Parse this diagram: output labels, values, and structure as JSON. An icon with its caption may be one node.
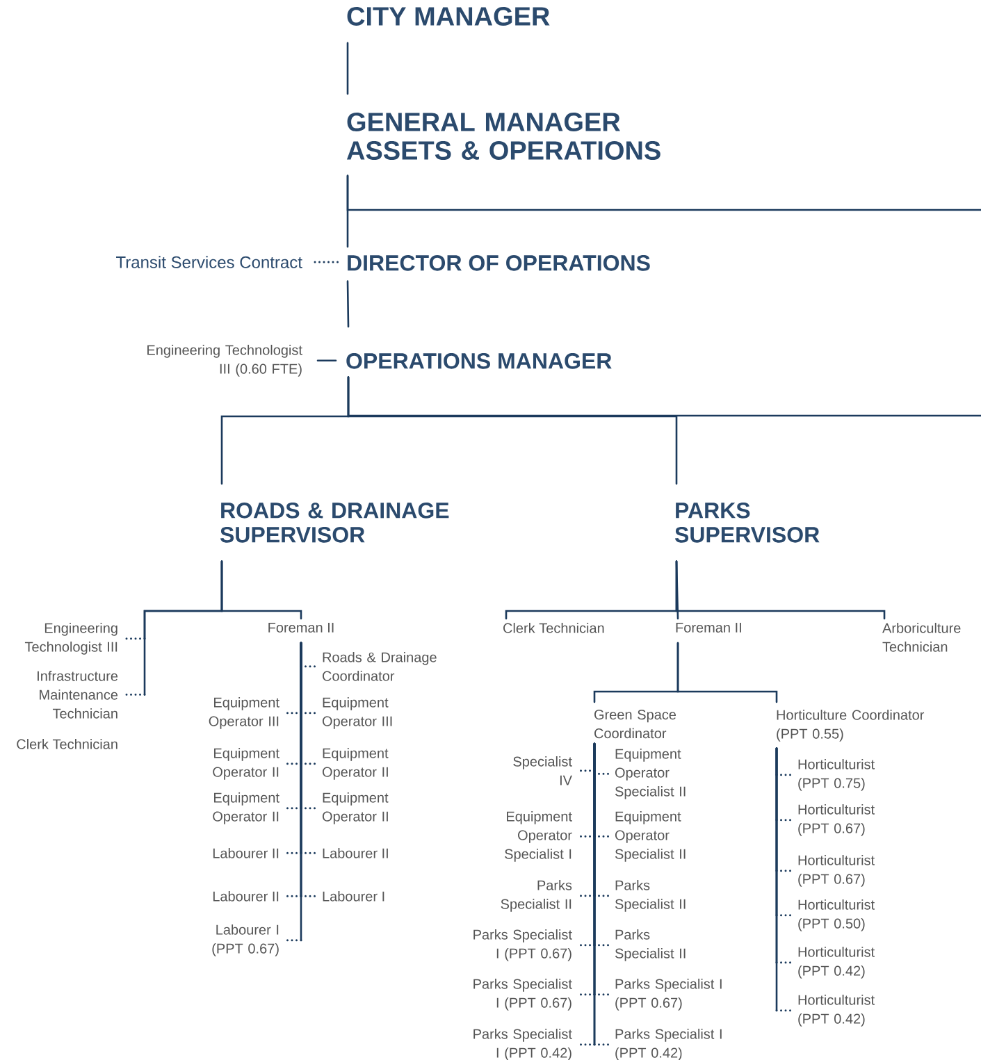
{
  "diagram": {
    "nodes": [
      {
        "text": [
          "CITY MANAGER"
        ]
      },
      {
        "text": [
          "GENERAL MANAGER ASSETS & OPERATIONS"
        ]
      },
      {
        "text": [
          "Transit Services Contract"
        ]
      },
      {
        "text": [
          "DIRECTOR OF OPERATIONS"
        ]
      },
      {
        "text": [
          "Engineering Technologist III (0.60 FTE)"
        ]
      },
      {
        "text": [
          "OPERATIONS MANAGER"
        ]
      },
      {
        "text": [
          "ROADS & DRAINAGE SUPERVISOR"
        ]
      },
      {
        "text": [
          "PARKS SUPERVISOR"
        ]
      },
      {
        "text": [
          "Engineering Technologist III"
        ]
      },
      {
        "text": [
          "Infrastructure Maintenance Technician"
        ]
      },
      {
        "text": [
          "Foreman II"
        ]
      },
      {
        "text": [
          "Roads & Drainage Coordinator"
        ]
      },
      {
        "text": [
          "Equipment Operator III"
        ]
      },
      {
        "text": [
          "Equipment Operator III"
        ]
      },
      {
        "text": [
          "Equipment Operator II"
        ]
      },
      {
        "text": [
          "Equipment Operator II"
        ]
      },
      {
        "text": [
          "Equipment Operator II"
        ]
      },
      {
        "text": [
          "Equipment Operator II"
        ]
      },
      {
        "text": [
          "Labourer II"
        ]
      },
      {
        "text": [
          "Labourer II"
        ]
      },
      {
        "text": [
          "Labourer II"
        ]
      },
      {
        "text": [
          "Labourer I"
        ]
      },
      {
        "text": [
          "Labourer I (PPT 0.67)"
        ]
      },
      {
        "text": [
          "Clerk Technician"
        ]
      },
      {
        "text": [
          "Foreman II"
        ]
      },
      {
        "text": [
          "Arboriculture Technician"
        ]
      },
      {
        "text": [
          "Green Space Coordinator"
        ]
      },
      {
        "text": [
          "Horticulture Coordinator (PPT 0.55)"
        ]
      },
      {
        "text": [
          "Specialist IV"
        ]
      },
      {
        "text": [
          "Equipment Operator Specialist II"
        ]
      },
      {
        "text": [
          "Equipment Operator Specialist I"
        ]
      },
      {
        "text": [
          "Equipment Operator Specialist II"
        ]
      },
      {
        "text": [
          "Parks Specialist II"
        ]
      },
      {
        "text": [
          "Parks Specialist II"
        ]
      },
      {
        "text": [
          "Parks Specialist I (PPT 0.67)"
        ]
      },
      {
        "text": [
          "Parks Specialist II"
        ]
      },
      {
        "text": [
          "Parks Specialist I (PPT 0.67)"
        ]
      },
      {
        "text": [
          "Parks Specialist I (PPT 0.67)"
        ]
      },
      {
        "text": [
          "Parks Specialist I (PPT 0.42)"
        ]
      },
      {
        "text": [
          "Parks Specialist I (PPT 0.42)"
        ]
      },
      {
        "text": [
          "Horticulturist (PPT 0.75)"
        ]
      },
      {
        "text": [
          "Horticulturist (PPT 0.67)"
        ]
      },
      {
        "text": [
          "Horticulturist (PPT 0.67)"
        ]
      },
      {
        "text": [
          "Horticulturist (PPT 0.50)"
        ]
      },
      {
        "text": [
          "Horticulturist (PPT 0.42)"
        ]
      },
      {
        "text": [
          "Horticulturist (PPT 0.42)"
        ]
      }
    ],
    "edges": [
      {
        "from": 0,
        "to": 1,
        "arrow": "none"
      },
      {
        "from": 1,
        "to": 3,
        "arrow": "none"
      },
      {
        "from": 1,
        "to": null,
        "arrow": "none"
      },
      {
        "from": 2,
        "to": 3,
        "arrow": "none",
        "style": "dashed"
      },
      {
        "from": 3,
        "to": 5,
        "arrow": "none"
      },
      {
        "from": 4,
        "to": 5,
        "arrow": "none"
      },
      {
        "from": 5,
        "to": 6,
        "arrow": "none"
      },
      {
        "from": 5,
        "to": 7,
        "arrow": "none"
      },
      {
        "from": 5,
        "to": null,
        "arrow": "none"
      },
      {
        "from": 6,
        "to": 8,
        "arrow": "none"
      },
      {
        "from": 6,
        "to": 9,
        "arrow": "none"
      },
      {
        "from": 6,
        "to": 10,
        "arrow": "none"
      },
      {
        "from": 10,
        "to": 11,
        "arrow": "none"
      },
      {
        "from": 10,
        "to": 12,
        "arrow": "none"
      },
      {
        "from": 10,
        "to": 13,
        "arrow": "none"
      },
      {
        "from": 10,
        "to": 14,
        "arrow": "none"
      },
      {
        "from": 10,
        "to": 15,
        "arrow": "none"
      },
      {
        "from": 10,
        "to": 16,
        "arrow": "none"
      },
      {
        "from": 10,
        "to": 17,
        "arrow": "none"
      },
      {
        "from": 10,
        "to": 18,
        "arrow": "none"
      },
      {
        "from": 10,
        "to": 19,
        "arrow": "none"
      },
      {
        "from": 10,
        "to": 20,
        "arrow": "none"
      },
      {
        "from": 10,
        "to": 21,
        "arrow": "none"
      },
      {
        "from": 10,
        "to": 22,
        "arrow": "none"
      },
      {
        "from": 7,
        "to": 23,
        "arrow": "none"
      },
      {
        "from": 7,
        "to": 24,
        "arrow": "none"
      },
      {
        "from": 7,
        "to": 25,
        "arrow": "none"
      },
      {
        "from": 24,
        "to": 26,
        "arrow": "none"
      },
      {
        "from": 24,
        "to": 27,
        "arrow": "none"
      },
      {
        "from": 26,
        "to": 28,
        "arrow": "none"
      },
      {
        "from": 26,
        "to": 29,
        "arrow": "none"
      },
      {
        "from": 26,
        "to": 30,
        "arrow": "none"
      },
      {
        "from": 26,
        "to": 31,
        "arrow": "none"
      },
      {
        "from": 26,
        "to": 32,
        "arrow": "none"
      },
      {
        "from": 26,
        "to": 33,
        "arrow": "none"
      },
      {
        "from": 26,
        "to": 34,
        "arrow": "none"
      },
      {
        "from": 26,
        "to": 35,
        "arrow": "none"
      },
      {
        "from": 26,
        "to": 36,
        "arrow": "none"
      },
      {
        "from": 26,
        "to": 37,
        "arrow": "none"
      },
      {
        "from": 26,
        "to": 38,
        "arrow": "none"
      },
      {
        "from": 26,
        "to": 39,
        "arrow": "none"
      },
      {
        "from": 27,
        "to": 40,
        "arrow": "none"
      },
      {
        "from": 27,
        "to": 41,
        "arrow": "none"
      },
      {
        "from": 27,
        "to": 42,
        "arrow": "none"
      },
      {
        "from": 27,
        "to": 43,
        "arrow": "none"
      },
      {
        "from": 27,
        "to": 44,
        "arrow": "none"
      },
      {
        "from": 27,
        "to": 45,
        "arrow": "none"
      }
    ],
    "labels": [
      "Clerk Technician"
    ]
  }
}
